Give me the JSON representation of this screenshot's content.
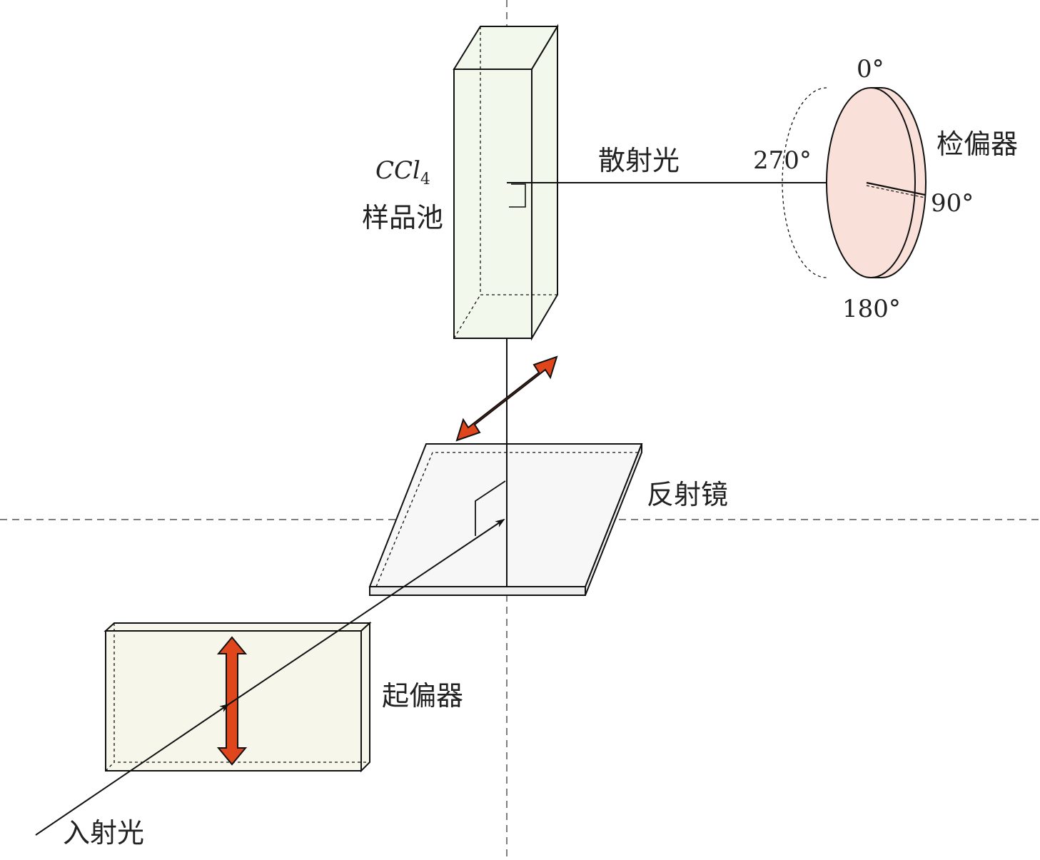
{
  "labels": {
    "incident_light": "入射光",
    "polarizer": "起偏器",
    "mirror": "反射镜",
    "sample_cell_formula_main": "CCl",
    "sample_cell_formula_sub": "4",
    "sample_cell": "样品池",
    "scattered_light": "散射光",
    "analyzer": "检偏器",
    "angle_0": "0°",
    "angle_90": "90°",
    "angle_180": "180°",
    "angle_270": "270°"
  },
  "colors": {
    "polarization_arrow": "#e0461c",
    "polarizer_fill": "#f6f6ea",
    "sample_cell_fill": "#f3f8ec",
    "mirror_fill": "#f7f7f7",
    "analyzer_fill": "#f9e0d8",
    "line": "#111111",
    "dashed_axis": "#555555"
  }
}
